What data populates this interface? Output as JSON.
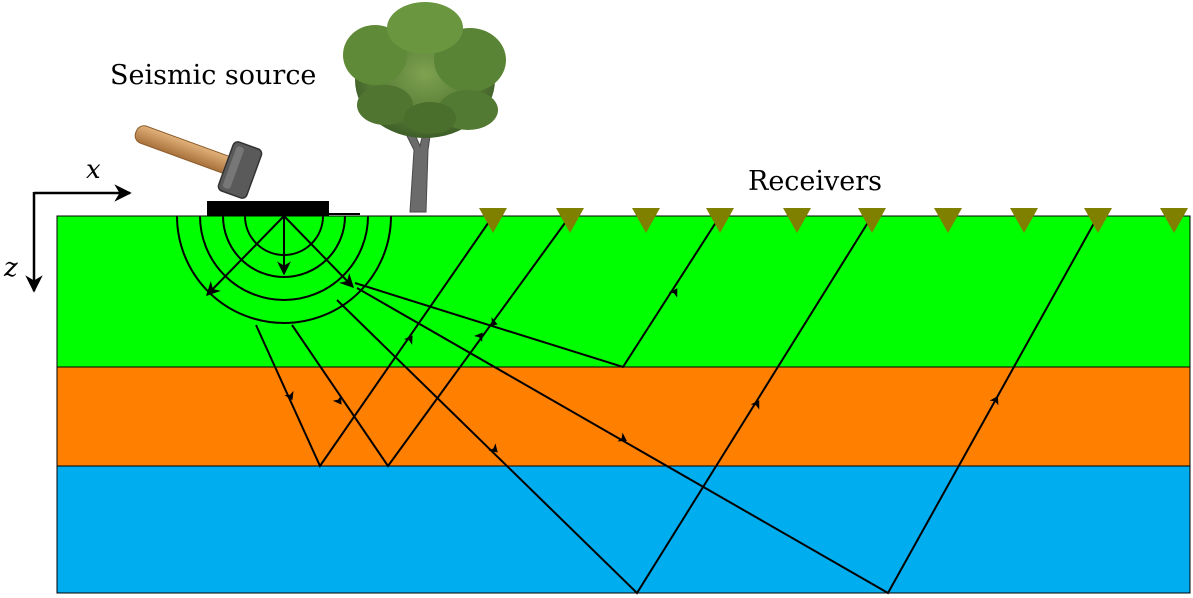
{
  "labels": {
    "source": "Seismic source",
    "receivers": "Receivers",
    "x_axis": "x",
    "z_axis": "z"
  },
  "colors": {
    "layer_top": "#00ff00",
    "layer_middle": "#ff7f00",
    "layer_bottom": "#00adef",
    "receiver": "#808000",
    "ray": "#000000",
    "tree_trunk": "#6b6b6b",
    "tree_foliage": "#5e8a3a",
    "hammer_handle": "#c8955a",
    "hammer_head": "#555555"
  },
  "layers": [
    "layer-top",
    "layer-middle",
    "layer-bottom"
  ],
  "receiver_count": 10,
  "icons": [
    "sledgehammer-icon",
    "tree-icon",
    "receiver-triangle-icon"
  ]
}
